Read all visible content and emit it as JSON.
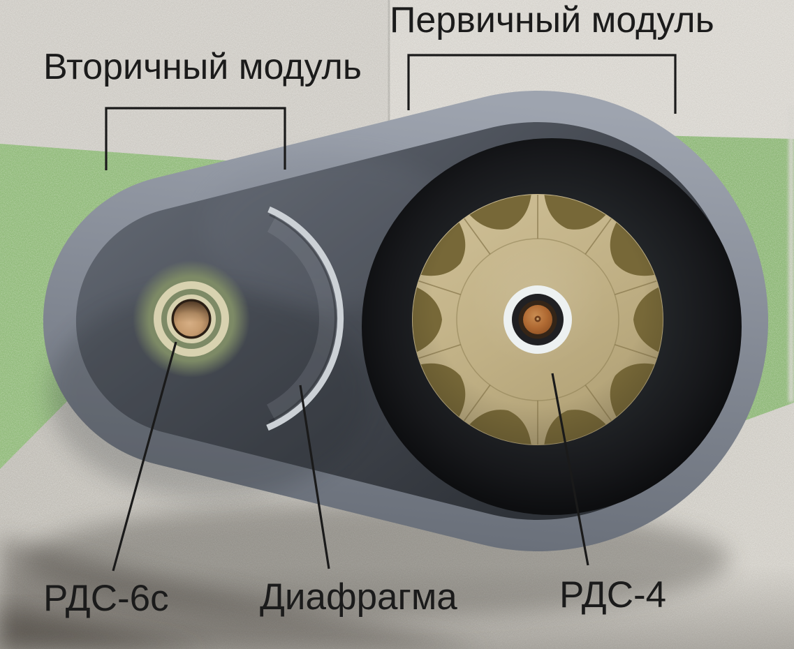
{
  "annotations": {
    "secondary_module": {
      "label": "Вторичный модуль"
    },
    "primary_module": {
      "label": "Первичный модуль"
    },
    "rds6s": {
      "label": "РДС-6с"
    },
    "diaphragm": {
      "label": "Диафрагма"
    },
    "rds4": {
      "label": "РДС-4"
    }
  },
  "colors": {
    "wall": "#dedbd5",
    "wall_left": "#d4d1cb",
    "grass_green": "#92be7b",
    "floor": "#cdcac3",
    "casing_gray": "#868c97",
    "cavity_dark": "#3a3e45",
    "recess_black": "#17181b",
    "lens_tan": "#c0b085",
    "lens_petal_brown": "#776838",
    "white_ring": "#edf1f1",
    "black_ring": "#202023",
    "copper_core": "#b06a33",
    "secondary_cream_ring": "#d8d2b0",
    "secondary_green_ring": "#7d8a66",
    "secondary_sphere": "#c59b6f",
    "annotation_line": "#1a1a1a"
  }
}
